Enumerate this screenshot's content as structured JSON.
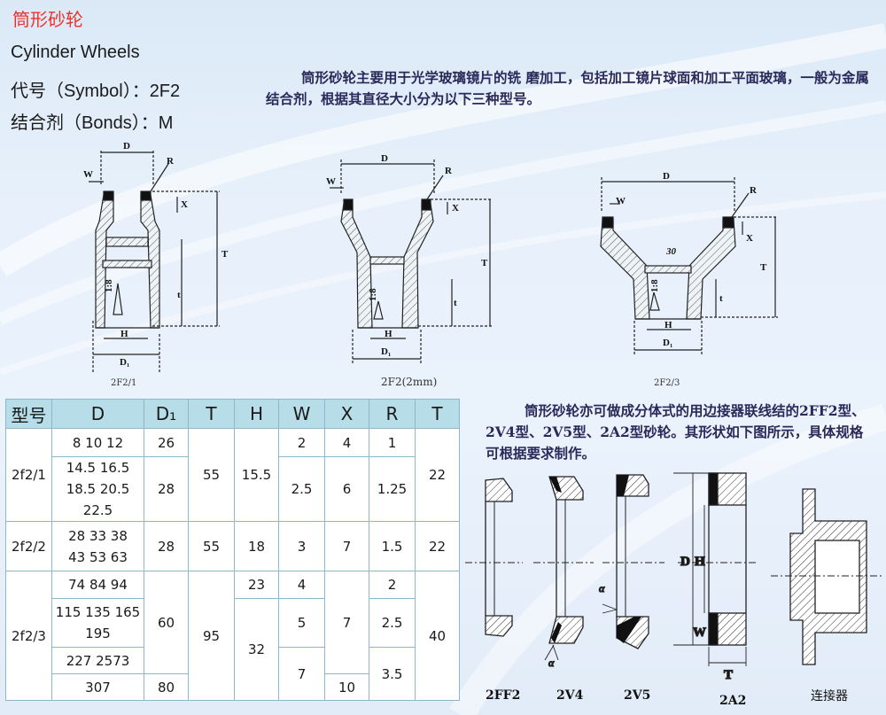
{
  "header": {
    "title_cn": "筒形砂轮",
    "title_en": "Cylinder Wheels",
    "symbol_line": "代号（Symbol）：2F2",
    "bonds_line": "结合剂（Bonds）：M"
  },
  "intro_text": "筒形砂轮主要用于光学玻璃镜片的铣 磨加工，包括加工镜片球面和加工平面玻璃，一般为金属结合剂，根据其直径大小分为以下三种型号。",
  "second_text": "筒形砂轮亦可做成分体式的用边接器联线结的2FF2型、2V4型、2V5型、2A2型砂轮。其形状如下图所示，具体规格可根据要求制作。",
  "drawings": {
    "captions": [
      "2F2/1",
      "2F2(2mm)",
      "2F2/3"
    ],
    "dim_labels": {
      "D": "D",
      "D1": "D₁",
      "W": "W",
      "R": "R",
      "X": "X",
      "T": "T",
      "t": "t",
      "H": "H",
      "taper": "1:8",
      "angle": "30"
    }
  },
  "table": {
    "headers": [
      "型号",
      "D",
      "D₁",
      "T",
      "H",
      "W",
      "X",
      "R",
      "T"
    ],
    "groups": [
      {
        "model": "2f2/1",
        "T": "55",
        "H": "15.5",
        "T2": "22",
        "rows": [
          {
            "D": [
              "8 10 12"
            ],
            "D1": "26",
            "W": "2",
            "X": "4",
            "R": "1"
          },
          {
            "D": [
              "14.5 16.5",
              "18.5 20.5",
              "22.5"
            ],
            "D1": "28",
            "W": "2.5",
            "X": "6",
            "R": "1.25"
          }
        ]
      },
      {
        "model": "2f2/2",
        "T": "55",
        "H": "18",
        "T2": "22",
        "rows": [
          {
            "D": [
              "28 33 38",
              "43 53 63"
            ],
            "D1": "28",
            "W": "3",
            "X": "7",
            "R": "1.5"
          }
        ]
      },
      {
        "model": "2f2/3",
        "T": "95",
        "X": "7",
        "T2": "40",
        "rows": [
          {
            "D": [
              "74 84 94"
            ],
            "H": "23",
            "W": "4",
            "R": "2"
          },
          {
            "D": [
              "115 135 165",
              "195"
            ],
            "D1": "60",
            "W": "5",
            "R": "2.5"
          },
          {
            "D": [
              "227 2573"
            ],
            "H": "32"
          },
          {
            "D": [
              "307"
            ],
            "D1b": "80",
            "W": "7",
            "X": "10",
            "R": "3.5"
          }
        ]
      }
    ]
  },
  "split_types": {
    "captions": [
      "2FF2",
      "2V4",
      "2V5",
      "2A2",
      "连接器"
    ],
    "dim_labels": {
      "D": "D",
      "H": "H",
      "W": "W",
      "T": "T",
      "alpha": "α"
    }
  }
}
